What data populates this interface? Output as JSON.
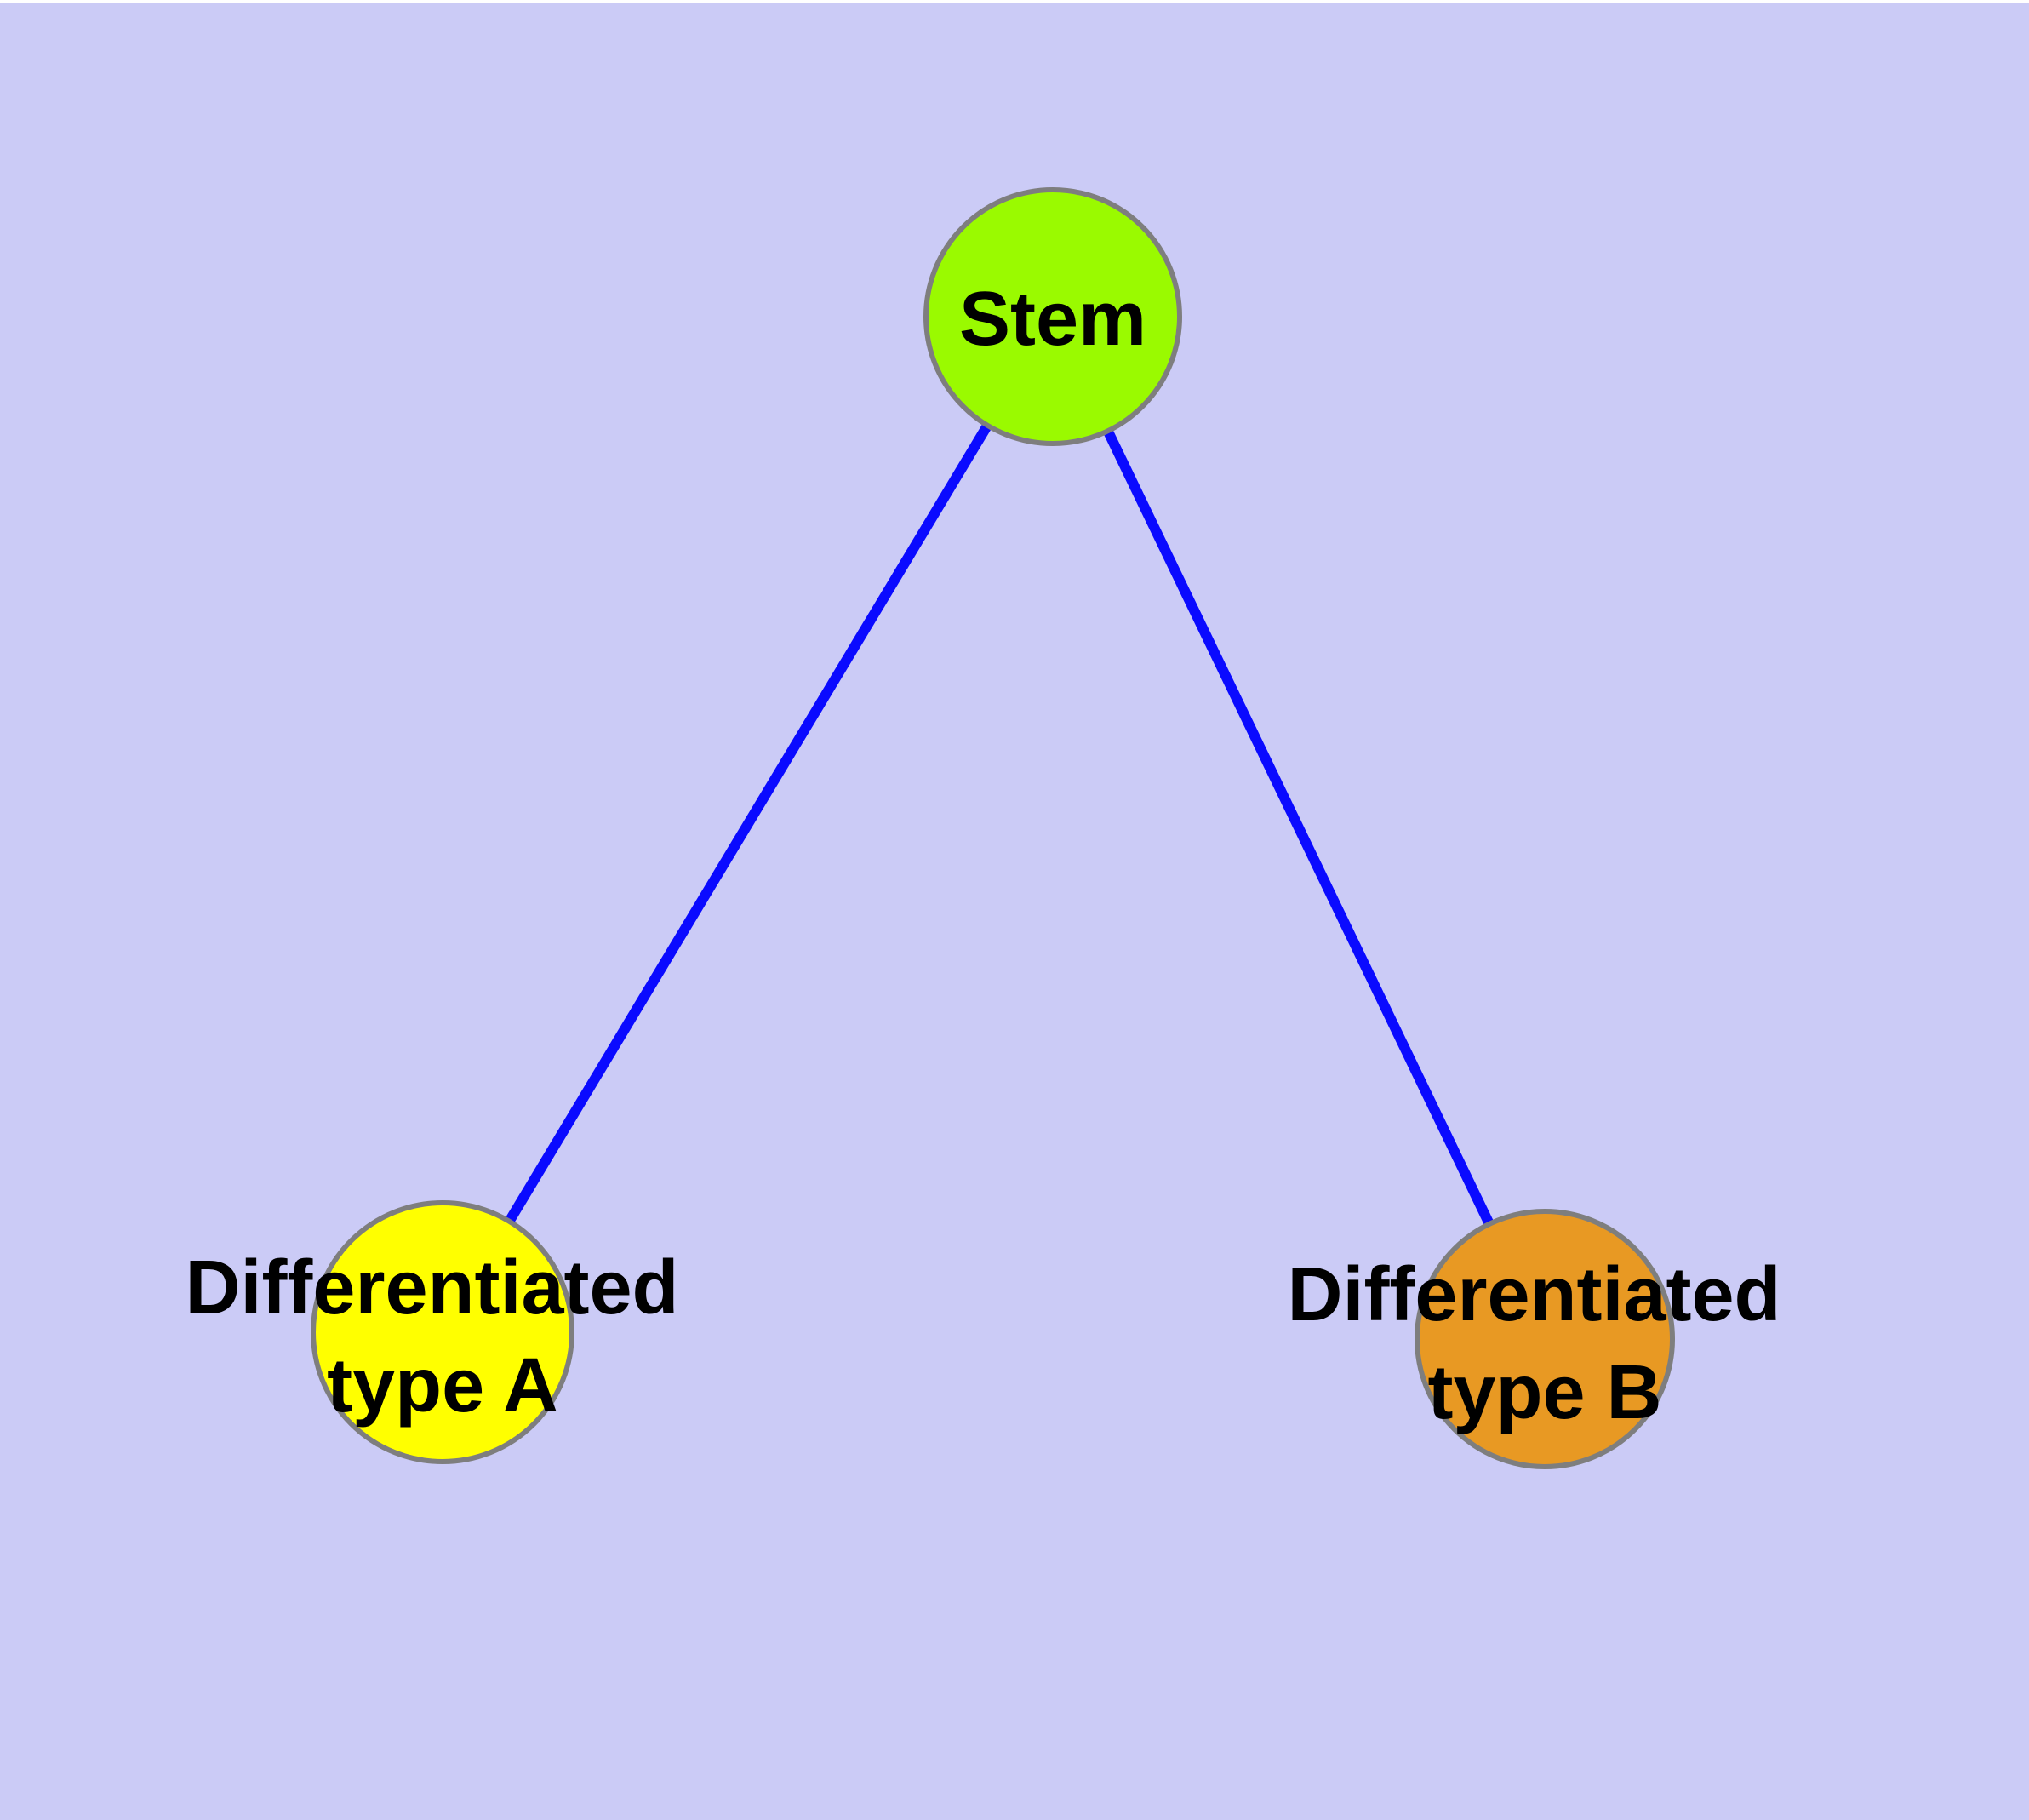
{
  "diagram": {
    "type": "node-link-graph",
    "background_color": "#CBCBF6",
    "node_border_color": "#7E7E7E",
    "edge_color": "#0A0AFF",
    "label_color": "#000000",
    "nodes": [
      {
        "id": "stem",
        "label": "Stem",
        "fill": "#9AFA00"
      },
      {
        "id": "differentiated-type-a",
        "label": "Differentiated type A",
        "line1": "Differentiated",
        "line2": "type A",
        "fill": "#FFFF00"
      },
      {
        "id": "differentiated-type-b",
        "label": "Differentiated type B",
        "line1": "Differentiated",
        "line2": "type B",
        "fill": "#E89923"
      }
    ],
    "edges": [
      {
        "from": "stem",
        "to": "differentiated-type-a"
      },
      {
        "from": "stem",
        "to": "differentiated-type-b"
      }
    ]
  }
}
